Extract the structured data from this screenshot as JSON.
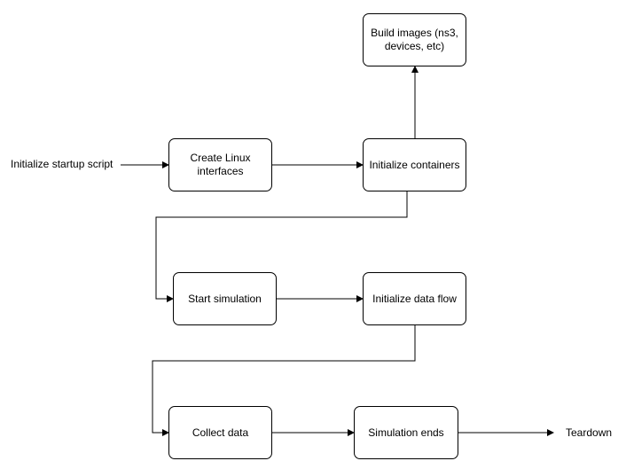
{
  "diagram": {
    "start_label": "Initialize startup script",
    "end_label": "Teardown",
    "nodes": {
      "create_linux_interfaces": "Create Linux interfaces",
      "initialize_containers": "Initialize containers",
      "build_images": "Build images (ns3, devices, etc)",
      "start_simulation": "Start simulation",
      "initialize_data_flow": "Initialize data flow",
      "collect_data": "Collect data",
      "simulation_ends": "Simulation ends"
    },
    "edges": [
      {
        "from": "Initialize startup script",
        "to": "Create Linux interfaces"
      },
      {
        "from": "Create Linux interfaces",
        "to": "Initialize containers"
      },
      {
        "from": "Initialize containers",
        "to": "Build images (ns3, devices, etc)"
      },
      {
        "from": "Initialize containers",
        "to": "Start simulation"
      },
      {
        "from": "Start simulation",
        "to": "Initialize data flow"
      },
      {
        "from": "Initialize data flow",
        "to": "Collect data"
      },
      {
        "from": "Collect data",
        "to": "Simulation ends"
      },
      {
        "from": "Simulation ends",
        "to": "Teardown"
      }
    ],
    "colors": {
      "stroke": "#000000",
      "fill": "#ffffff",
      "background": "#ffffff"
    }
  }
}
